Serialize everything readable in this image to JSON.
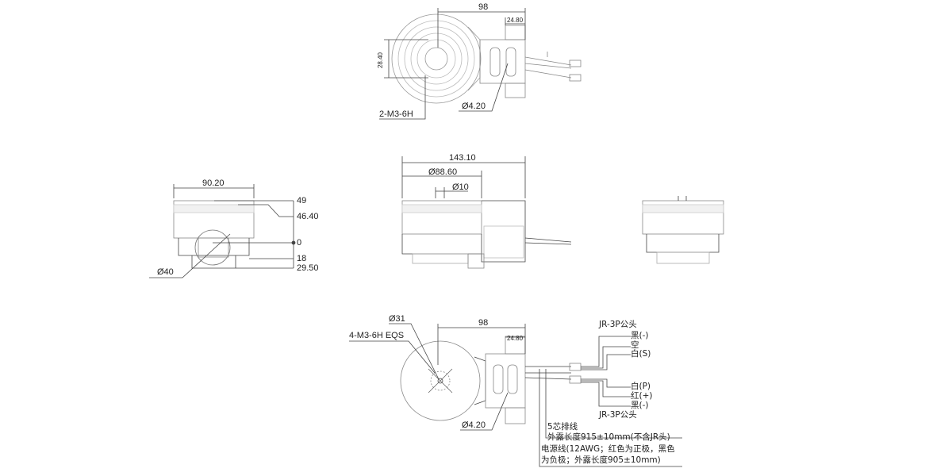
{
  "top_view": {
    "dim_width": "98",
    "dim_bracket": "24.80",
    "dim_slot": "28.40",
    "hole_callout": "2-M3-6H",
    "hole_dia": "Ø4.20"
  },
  "front_view": {
    "dim_total": "143.10",
    "dim_motor_dia": "Ø88.60",
    "dim_shaft_dia": "Ø10"
  },
  "side_view": {
    "dim_width": "90.20",
    "heights": [
      "49",
      "46.40",
      "0",
      "18",
      "29.50"
    ],
    "dim_dia": "Ø40"
  },
  "bottom_view": {
    "dim_width": "98",
    "dim_bracket": "24.80",
    "dim_pcd": "Ø31",
    "hole_callout": "4-M3-6H EQS",
    "hole_dia": "Ø4.20"
  },
  "wiring": {
    "connector_top": "JR-3P公头",
    "top_pins": [
      "黑(-)",
      "空",
      "白(S)"
    ],
    "bottom_pins": [
      "白(P)",
      "红(+)",
      "黑(-)"
    ],
    "connector_bottom": "JR-3P公头",
    "signal_cable_line1": "5芯排线",
    "signal_cable_line2": "外露长度915±10mm(不含JR头)",
    "power_cable_line1": "电源线(12AWG；红色为正极，黑色",
    "power_cable_line2": "为负极；外露长度905±10mm)"
  }
}
